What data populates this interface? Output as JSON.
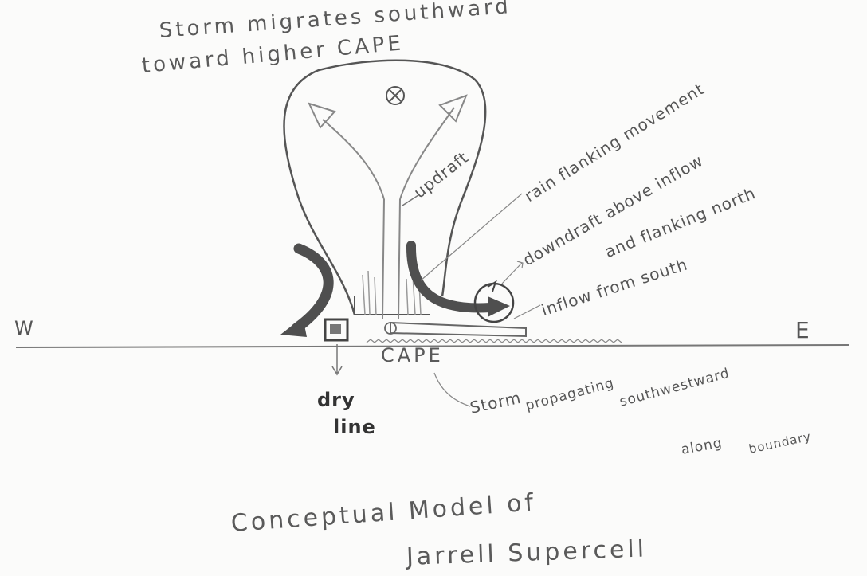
{
  "labels": {
    "storm_migrates_line1": "Storm migrates southward",
    "storm_migrates_line2": "toward higher CAPE",
    "updraft": "updraft",
    "rain_flanking": "rain flanking movement",
    "downdraft": "downdraft above inflow",
    "flanking_north": "and flanking north",
    "inflow": "inflow from south",
    "west": "W",
    "east": "E",
    "cape": "CAPE",
    "dryline_1": "dry",
    "dryline_2": "line",
    "storm_word": "Storm",
    "propagating": "propagating",
    "southwestward": "southwestward",
    "along": "along",
    "boundary": "boundary",
    "title_1": "Conceptual Model of",
    "title_2": "Jarrell Supercell"
  },
  "colors": {
    "pencil": "#555555",
    "pencil_light": "#8a8a8a",
    "shade_dark": "#4f4f4f",
    "paper": "#fbfbfa"
  }
}
